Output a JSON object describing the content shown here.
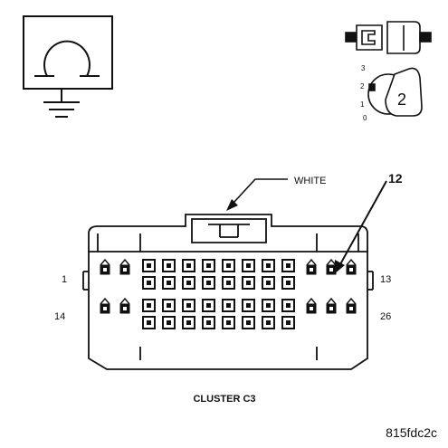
{
  "symbols": {
    "ohmmeter": "ohmmeter-ground-icon",
    "connector_disconnect": "connector-disconnect-icon",
    "ignition_switch": "ignition-key-icon"
  },
  "ignition": {
    "positions": [
      "3",
      "2",
      "1",
      "0"
    ],
    "key_label": "2"
  },
  "connector": {
    "wire_color_label": "WHITE",
    "probe_pin_label": "12",
    "pin_labels": {
      "top_left": "1",
      "top_right": "13",
      "bottom_left": "14",
      "bottom_right": "26"
    },
    "name": "CLUSTER C3"
  },
  "figure_id": "815fdc2c"
}
